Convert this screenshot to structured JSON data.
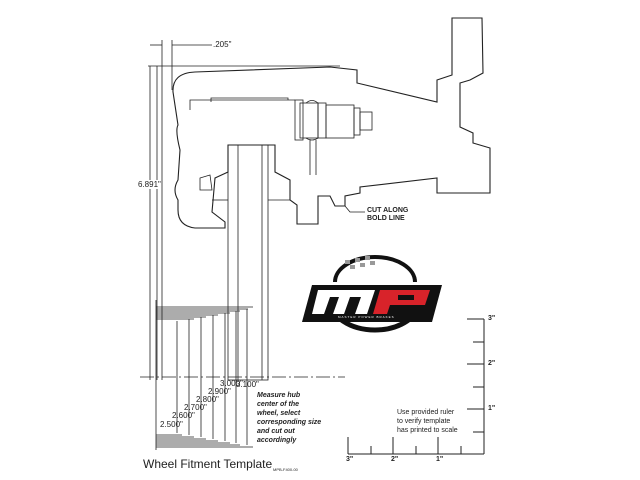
{
  "dimensions": {
    "offset": ".205\"",
    "height": "6.891\""
  },
  "cut_note": "CUT ALONG BOLD LINE",
  "logo": {
    "text": "MP",
    "tagline": "MASTER POWER BRAKES",
    "colors": {
      "m": "#111111",
      "p": "#d8232a"
    }
  },
  "hub_sizes": [
    "2.500\"",
    "2.600\"",
    "2.700\"",
    "2.800\"",
    "2.900\"",
    "3.000\"",
    "3.100\""
  ],
  "measure_note": "Measure hub center of the wheel, select corresponding size and cut out accordingly",
  "ruler": {
    "vertical_labels": [
      "3\"",
      "2\"",
      "1\""
    ],
    "horizontal_labels": [
      "3\"",
      "2\"",
      "1\""
    ],
    "note": "Use provided ruler to verify template has printed to scale"
  },
  "title": "Wheel Fitment Template",
  "part_number": "MPB-F400-00"
}
